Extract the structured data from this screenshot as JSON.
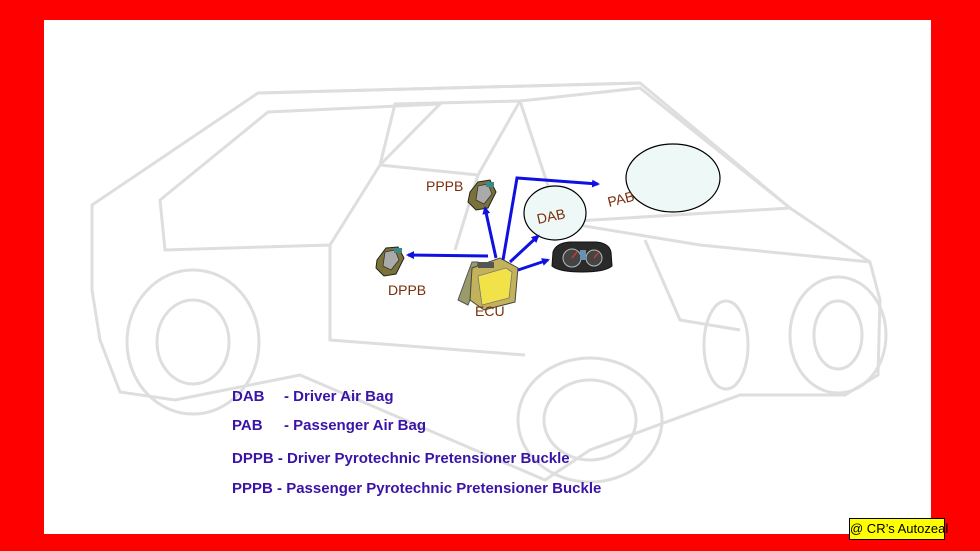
{
  "labels": {
    "pppb": "PPPB",
    "dab": "DAB",
    "pab": "PAB",
    "dppb": "DPPB",
    "ecu": "ECU"
  },
  "legend": [
    {
      "abbr": "DAB",
      "desc": "- Driver Air Bag"
    },
    {
      "abbr": "PAB",
      "desc": "- Passenger Air Bag"
    },
    {
      "abbr": "DPPB",
      "desc": "- Driver Pyrotechnic Pretensioner Buckle"
    },
    {
      "abbr": "PPPB",
      "desc": "- Passenger Pyrotechnic Pretensioner Buckle"
    }
  ],
  "watermark": "@ CR’s Autozeal",
  "colors": {
    "frame": "#ff0000",
    "arrow": "#1010e0",
    "legend_text": "#3a14a8",
    "label_text": "#7a2e0c",
    "airbag_fill": "#eef8f6",
    "watermark_bg": "#ffff00"
  },
  "icons": [
    "car-outline-icon",
    "buckle-icon",
    "ecu-module-icon",
    "instrument-cluster-icon"
  ]
}
